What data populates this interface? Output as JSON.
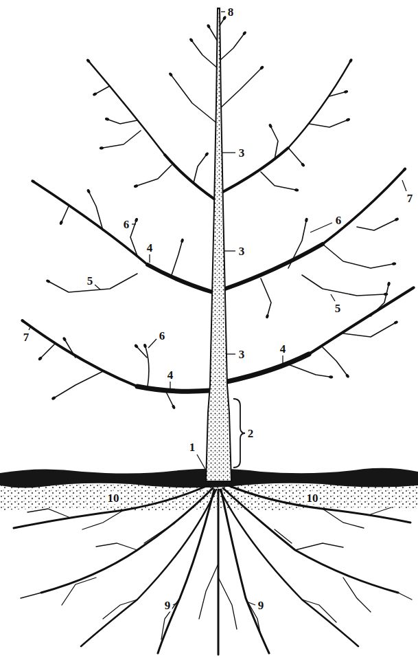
{
  "diagram": {
    "labels": [
      "8",
      "3",
      "6",
      "6",
      "7",
      "3",
      "4",
      "5",
      "5",
      "6",
      "3",
      "7",
      "4",
      "4",
      "2",
      "1",
      "10",
      "10",
      "9",
      "9"
    ]
  }
}
